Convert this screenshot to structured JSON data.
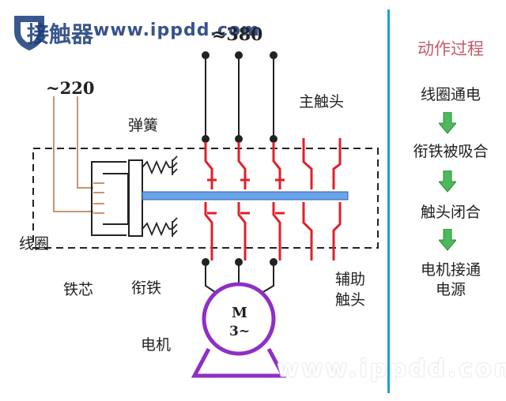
{
  "diagram": {
    "title": "接触器",
    "watermark": "www.ippdd.com",
    "labels": {
      "voltage_coil": "~220",
      "voltage_main": "≈380",
      "spring": "弹簧",
      "main_contacts": "主触头",
      "coil": "线圈",
      "core": "铁芯",
      "armature": "衔铁",
      "aux_contacts_line1": "辅助",
      "aux_contacts_line2": "触头",
      "motor": "电机",
      "motor_symbol": "M",
      "motor_phases": "3~"
    },
    "process": {
      "heading": "动作过程",
      "steps": [
        "线圈通电",
        "衔铁被吸合",
        "触头闭合",
        "电机接通",
        "电源"
      ]
    },
    "colors": {
      "coil_wire": "#c9956b",
      "contacts": "#e0202a",
      "armature_bar": "#6aa4ea",
      "motor": "#8e2fc6",
      "arrow": "#4db85c",
      "heading": "#c65b6a",
      "divider": "#1aa3c9"
    }
  }
}
